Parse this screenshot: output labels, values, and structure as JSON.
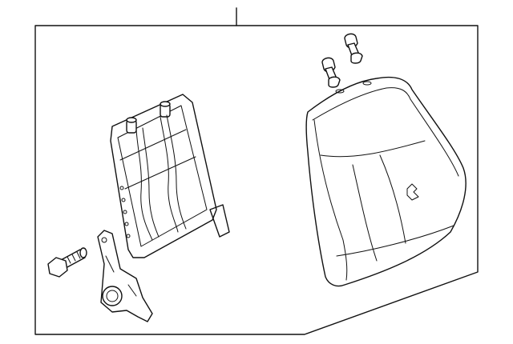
{
  "diagram": {
    "parts": [
      {
        "id": "leader-line",
        "icon": "callout-leader"
      },
      {
        "id": "seat-back-frame",
        "icon": "seat-frame-icon"
      },
      {
        "id": "seat-back-cushion-pad",
        "icon": "seat-cushion-icon"
      },
      {
        "id": "headrest-guide-left",
        "icon": "headrest-guide-icon"
      },
      {
        "id": "headrest-guide-right",
        "icon": "headrest-guide-icon"
      },
      {
        "id": "recliner-bracket",
        "icon": "recliner-bracket-icon"
      },
      {
        "id": "mounting-bolt",
        "icon": "bolt-icon"
      }
    ],
    "colors": {
      "line": "#111111",
      "background": "#ffffff"
    }
  }
}
